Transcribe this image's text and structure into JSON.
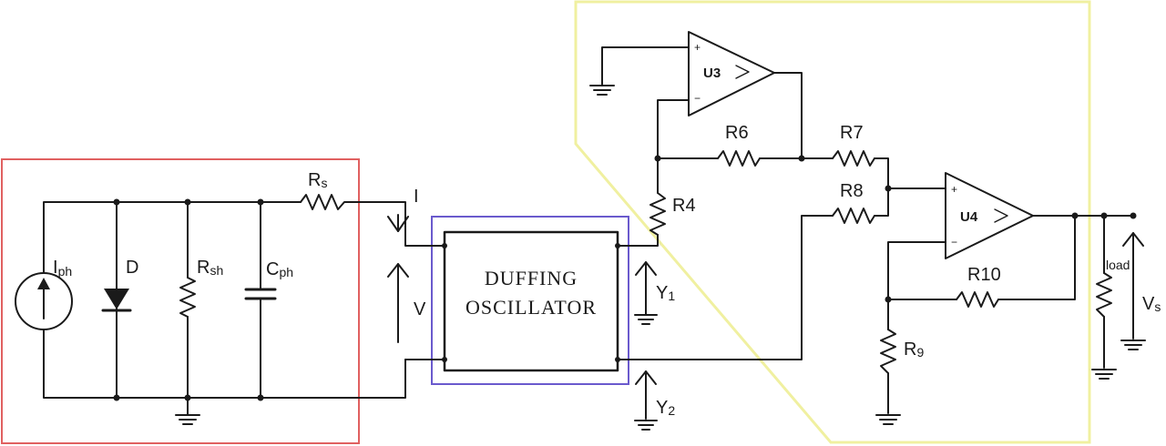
{
  "colors": {
    "source_region": "#e06060",
    "oscillator_region": "#6a5acd",
    "amplifier_region": "#f0f0a0",
    "wire": "#1a1a1a"
  },
  "source": {
    "iph_main": "I",
    "iph_sub": "ph",
    "diode": "D",
    "rsh_main": "R",
    "rsh_sub": "sh",
    "cph_main": "C",
    "cph_sub": "ph",
    "rs_main": "R",
    "rs_sub": "s"
  },
  "io": {
    "current": "I",
    "voltage": "V"
  },
  "oscillator": {
    "line1": "DUFFING",
    "line2": "OSCILLATOR",
    "y1_main": "Y",
    "y1_sub": "1",
    "y2_main": "Y",
    "y2_sub": "2"
  },
  "amplifier": {
    "u3": "U3",
    "u4": "U4",
    "plus": "+",
    "minus": "−",
    "r4": "R4",
    "r6": "R6",
    "r7": "R7",
    "r8": "R8",
    "r9_main": "R",
    "r9_sub": "9",
    "r10": "R10",
    "load": "load",
    "vs_main": "V",
    "vs_sub": "s"
  }
}
